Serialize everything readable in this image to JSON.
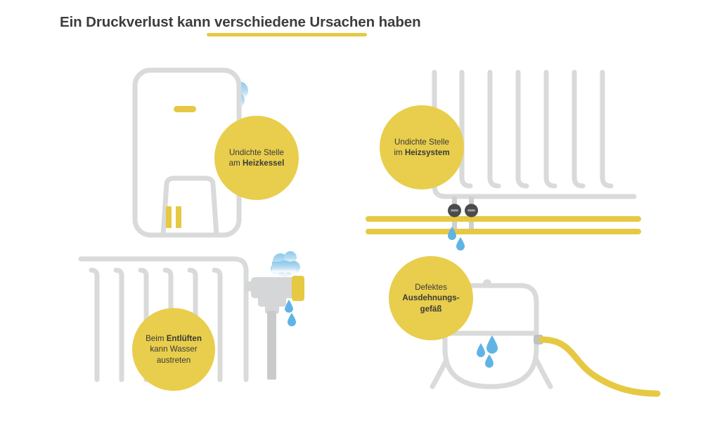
{
  "header": {
    "title": "Ein Druckverlust kann verschiedene Ursachen haben",
    "underline_color": "#e6c943"
  },
  "theme": {
    "yellow": "#e8ce4c",
    "yellow_bar": "#e6c943",
    "gray": "#d9dada",
    "gray_dark": "#58595b",
    "text": "#3a3a3a",
    "water_blue": "#5fb4e5",
    "steam_blue": "#7ec5ea",
    "background": "#ffffff"
  },
  "panels": [
    {
      "id": "boiler",
      "illustration": "wall-mounted-boiler-with-steam-and-yellow-pipes",
      "badge": {
        "lines": [
          {
            "text": "Undichte Stelle",
            "bold": false
          },
          {
            "text": "am ",
            "bold": false,
            "bold_tail": "Heizkessel"
          }
        ],
        "line1": "Undichte Stelle",
        "line2_prefix": "am ",
        "line2_bold": "Heizkessel"
      }
    },
    {
      "id": "heating-system",
      "illustration": "radiator-with-valves-and-leaking-yellow-pipes",
      "badge": {
        "line1": "Undichte Stelle",
        "line2_prefix": "im ",
        "line2_bold": "Heizsystem"
      }
    },
    {
      "id": "bleeding",
      "illustration": "radiator-with-bleed-valve-steam-and-drops",
      "badge": {
        "line1_prefix": "Beim ",
        "line1_bold": "Entlüften",
        "line2": "kann Wasser",
        "line3": "austreten"
      }
    },
    {
      "id": "expansion-vessel",
      "illustration": "expansion-vessel-with-yellow-hose-and-drops",
      "badge": {
        "line1": "Defektes",
        "line2_bold": "Ausdehnungs-",
        "line3_bold": "gefäß"
      }
    }
  ]
}
